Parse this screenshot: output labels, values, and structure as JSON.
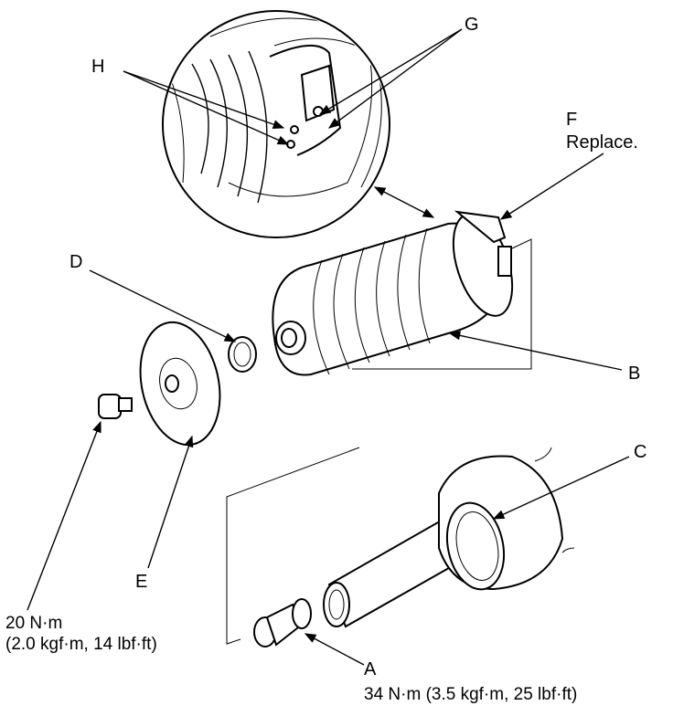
{
  "labels": {
    "A": "A",
    "B": "B",
    "C": "C",
    "D": "D",
    "E": "E",
    "F": "F",
    "F_note": "Replace.",
    "G": "G",
    "H": "H"
  },
  "torques": {
    "bolt_line1": "20 N·m",
    "bolt_line2": "(2.0 kgf·m, 14 lbf·ft)",
    "fitting": "34 N·m (3.5 kgf·m, 25 lbf·ft)"
  }
}
